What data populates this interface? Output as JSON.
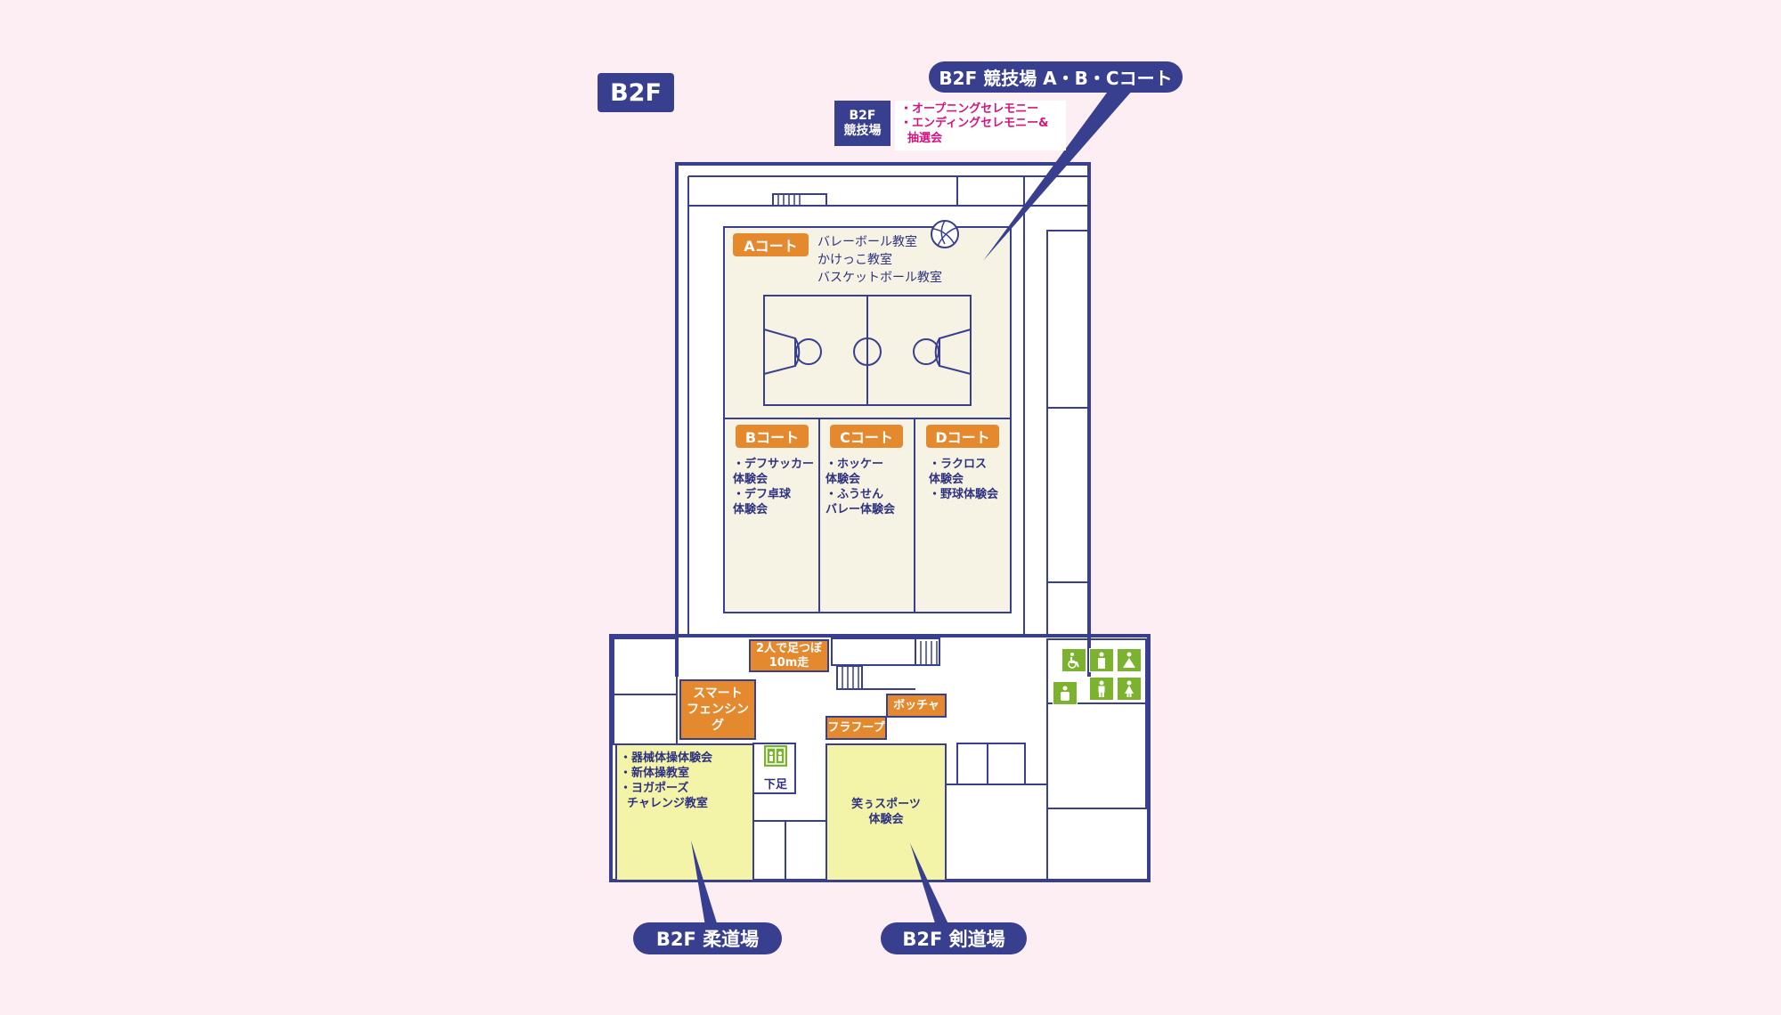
{
  "floor_badge": "B2F",
  "arena_title": "B2F  競技場 A・B・Cコート",
  "venue_box": {
    "line1": "B2F",
    "line2": "競技場"
  },
  "venue_events": [
    "・オープニングセレモニー",
    "・エンディングセレモニー&",
    "抽選会"
  ],
  "courts": {
    "a": {
      "tag": "Aコート",
      "events": [
        "バレーボール教室",
        "かけっこ教室",
        "バスケットボール教室"
      ]
    },
    "b": {
      "tag": "Bコート",
      "events": [
        "・デフサッカー",
        "体験会",
        "・デフ卓球",
        "体験会"
      ]
    },
    "c": {
      "tag": "Cコート",
      "events": [
        "・ホッケー",
        "体験会",
        "・ふうせん",
        "バレー体験会"
      ]
    },
    "d": {
      "tag": "Dコート",
      "events": [
        "・ラクロス",
        "体験会",
        "・野球体験会"
      ]
    }
  },
  "activities": {
    "footrace": {
      "line1": "2人で足つぼ",
      "line2": "10m走"
    },
    "fencing": {
      "line1": "スマート",
      "line2": "フェンシング"
    },
    "boccia": "ボッチャ",
    "hula": "フラフープ"
  },
  "judo_events": [
    "・器械体操体験会",
    "・新体操教室",
    "・ヨガポーズ",
    "チャレンジ教室"
  ],
  "kendo_events": {
    "line1": "笑ぅスポーツ",
    "line2": "体験会"
  },
  "shoe_area": "下足",
  "judo_title": "B2F 柔道場",
  "kendo_title": "B2F 剣道場",
  "colors": {
    "background": "#fdeef3",
    "navy": "#383f8f",
    "orange": "#e4892d",
    "court": "#f6f3e4",
    "dojo": "#f3f4a8",
    "icon_green": "#7bb32e",
    "event_pink": "#d8137f"
  },
  "icons": [
    "volleyball-icon",
    "elevator-icon",
    "wheelchair-toilet-icon",
    "ostomate-icon",
    "baby-care-icon",
    "baby-seat-icon",
    "men-toilet-icon",
    "women-toilet-icon"
  ]
}
